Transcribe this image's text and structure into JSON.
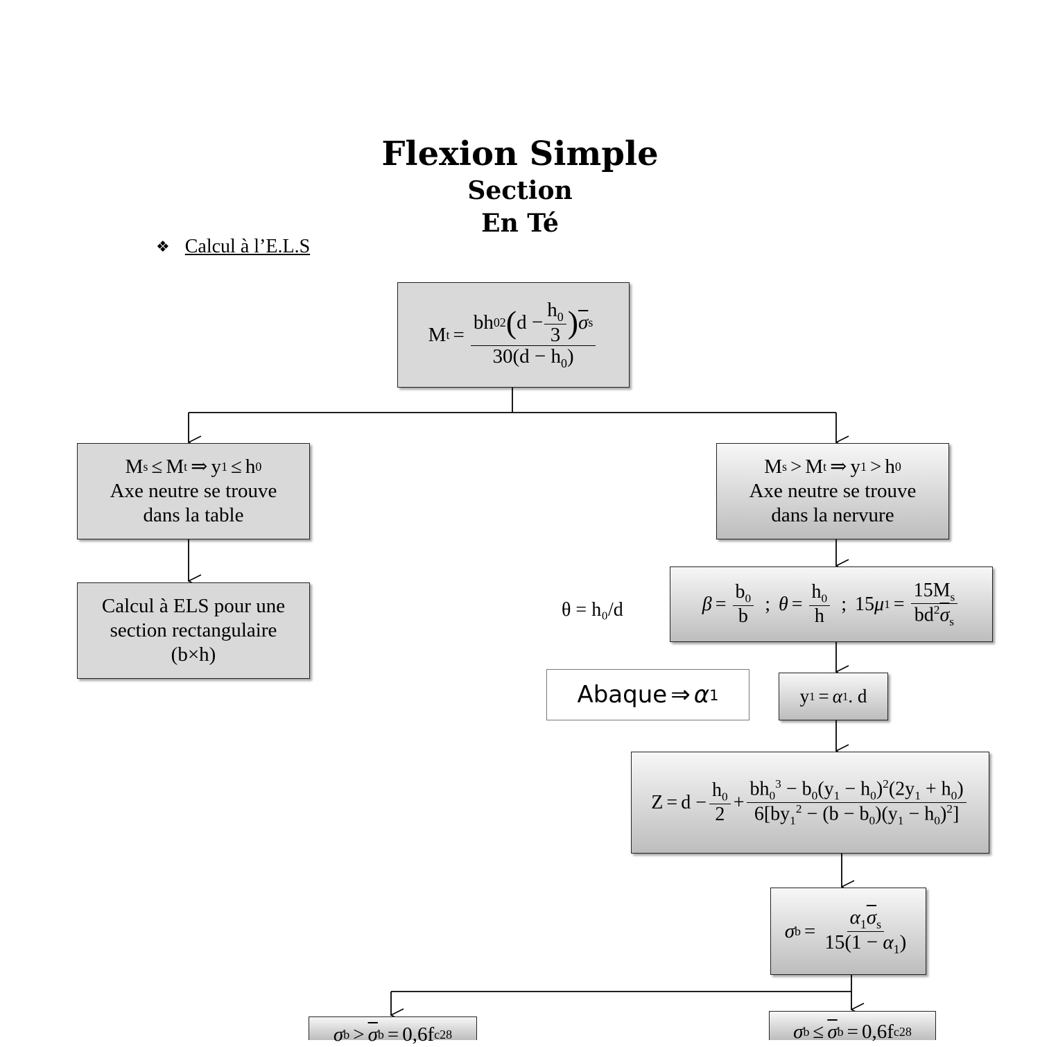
{
  "title": "Flexion Simple",
  "subtitle_line1": "Section",
  "subtitle_line2": "En Té",
  "section": {
    "bullet_icon": "diamond-bullet-icon",
    "bullet_symbol": "❖",
    "label": "Calcul à l’E.L.S"
  },
  "nodes": {
    "mt": {
      "lhs": "M",
      "lhs_sub": "t"
    },
    "left_condition": {
      "line1": "Axe neutre se trouve",
      "line2": "dans la table"
    },
    "left_calc": {
      "line1": "Calcul à ELS pour une",
      "line2": "section rectangulaire",
      "line3": "(b×h)"
    },
    "right_condition": {
      "line1": "Axe neutre se trouve",
      "line2": "dans la nervure"
    },
    "abaque": {
      "text": "Abaque"
    },
    "theta_note": "θ = h₀/d"
  }
}
